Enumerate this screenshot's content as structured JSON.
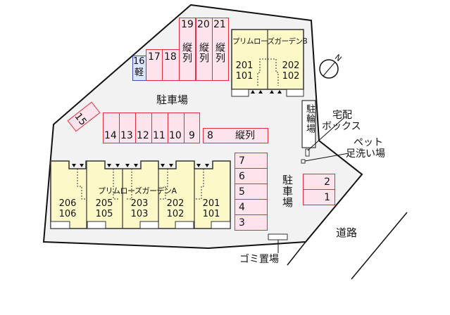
{
  "colors": {
    "lot": "#f2f2f2",
    "spot_fill": "#fde4ec",
    "spot_border": "#e0303c",
    "kei_fill": "#dde6ff",
    "kei_border": "#3a4fc0",
    "building": "#fdf8c8"
  },
  "parking_label": "駐車場",
  "parking_label_right": "駐車場",
  "tandem": "縦列",
  "spots": {
    "s19": "19",
    "s20": "20",
    "s21": "21",
    "s17": "17",
    "s18": "18",
    "s16": "16",
    "s16_kei": "軽",
    "s15": "15",
    "s14": "14",
    "s13": "13",
    "s12": "12",
    "s11": "11",
    "s10": "10",
    "s9": "9",
    "s8": "8",
    "s7": "7",
    "s6": "6",
    "s5": "5",
    "s4": "4",
    "s3": "3",
    "s2": "2",
    "s1": "1"
  },
  "building_b": {
    "name": "プリムローズガーデンB",
    "units": [
      {
        "upper": "201",
        "lower": "101"
      },
      {
        "upper": "202",
        "lower": "102"
      }
    ]
  },
  "building_a": {
    "name": "プリムローズガーデンA",
    "units": [
      {
        "upper": "206",
        "lower": "106"
      },
      {
        "upper": "205",
        "lower": "105"
      },
      {
        "upper": "203",
        "lower": "103"
      },
      {
        "upper": "202",
        "lower": "102"
      },
      {
        "upper": "201",
        "lower": "101"
      }
    ]
  },
  "bicycle_parking": "駐輪場",
  "delivery_box": {
    "line1": "宅配",
    "line2": "ボックス"
  },
  "pet_wash": {
    "line1": "ペット",
    "line2": "足洗い場"
  },
  "garbage": "ゴミ置場",
  "road": "道路",
  "compass": "N"
}
